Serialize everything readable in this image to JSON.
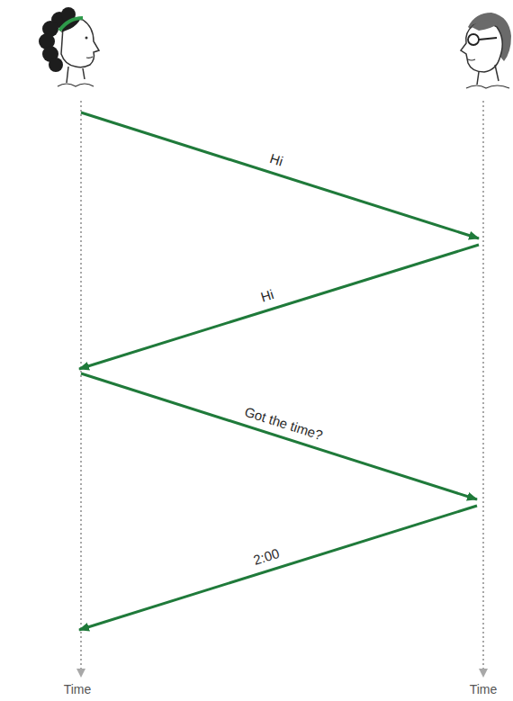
{
  "diagram": {
    "labels": [
      "Hi",
      "Hi",
      "Got the time?",
      "2:00",
      "Time",
      "Time"
    ]
  }
}
